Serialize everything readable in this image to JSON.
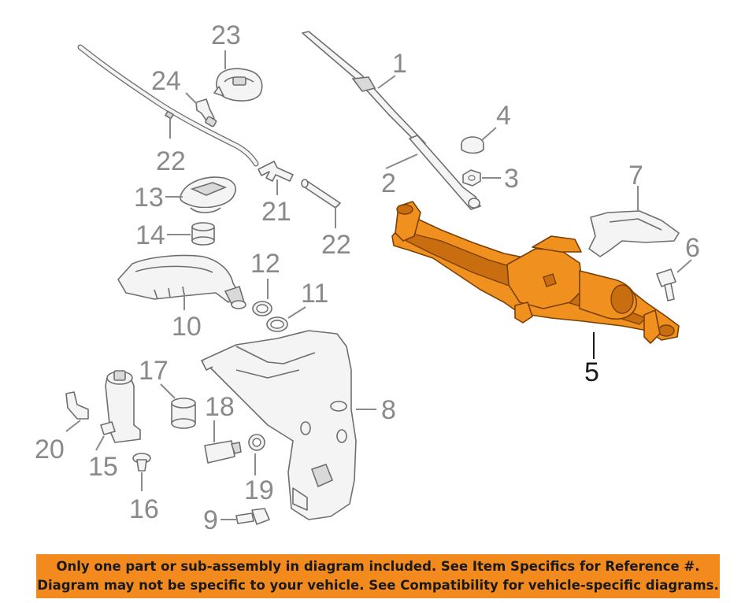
{
  "callouts": {
    "n1": "1",
    "n2": "2",
    "n3": "3",
    "n4": "4",
    "n5": "5",
    "n6": "6",
    "n7": "7",
    "n8": "8",
    "n9": "9",
    "n10": "10",
    "n11": "11",
    "n12": "12",
    "n13": "13",
    "n14": "14",
    "n15": "15",
    "n16": "16",
    "n17": "17",
    "n18": "18",
    "n19": "19",
    "n20": "20",
    "n21": "21",
    "n22a": "22",
    "n22b": "22",
    "n23": "23",
    "n24": "24"
  },
  "highlighted_part": "5",
  "colors": {
    "highlight": "#f0901f",
    "banner": "#f28a1e",
    "line": "#6e6e6e"
  },
  "notice": {
    "line1": "Only one part or sub-assembly in diagram included. See Item Specifics for Reference #.",
    "line2": "Diagram may not be specific to your vehicle. See Compatibility for vehicle-specific diagrams."
  }
}
